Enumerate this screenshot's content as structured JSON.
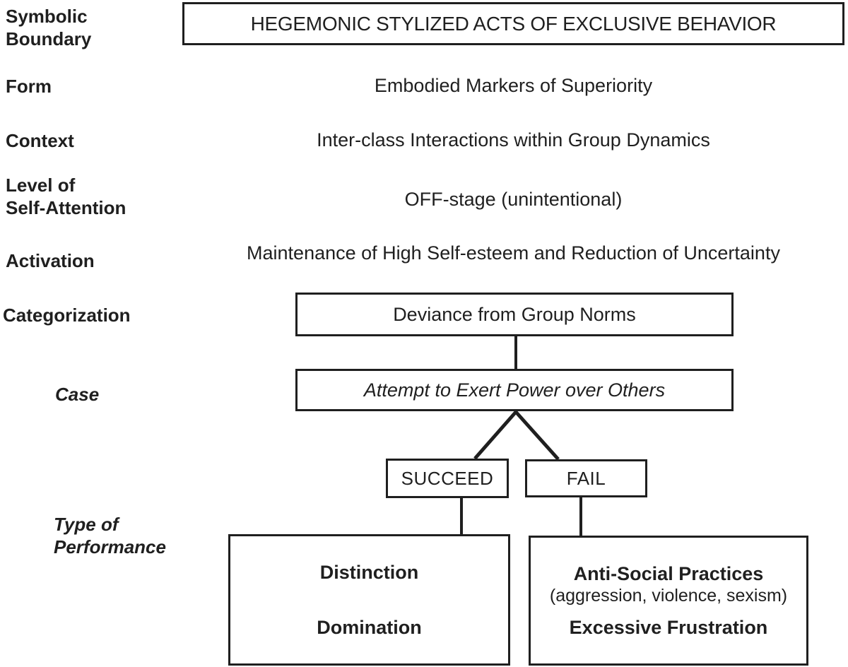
{
  "rows": {
    "symbolic_boundary": {
      "label": "Symbolic\nBoundary",
      "value": "HEGEMONIC STYLIZED ACTS OF EXCLUSIVE BEHAVIOR"
    },
    "form": {
      "label": "Form",
      "value": "Embodied Markers of Superiority"
    },
    "context": {
      "label": "Context",
      "value": "Inter-class Interactions within Group Dynamics"
    },
    "self_attention": {
      "label": "Level of\nSelf-Attention",
      "value": "OFF-stage (unintentional)"
    },
    "activation": {
      "label": "Activation",
      "value": "Maintenance of High Self-esteem and Reduction of Uncertainty"
    },
    "categorization": {
      "label": "Categorization",
      "value": "Deviance from Group Norms"
    },
    "case": {
      "label": "Case",
      "value": "Attempt to Exert Power over Others"
    },
    "performance": {
      "label": "Type of\nPerformance"
    }
  },
  "branches": {
    "succeed": "SUCCEED",
    "fail": "FAIL"
  },
  "outcomes": {
    "succeed": {
      "line1": "Distinction",
      "line2": "Domination"
    },
    "fail": {
      "line1": "Anti-Social Practices",
      "line2": "(aggression, violence, sexism)",
      "line3": "Excessive Frustration"
    }
  },
  "colors": {
    "ink": "#1f1f1f",
    "background": "#ffffff"
  }
}
